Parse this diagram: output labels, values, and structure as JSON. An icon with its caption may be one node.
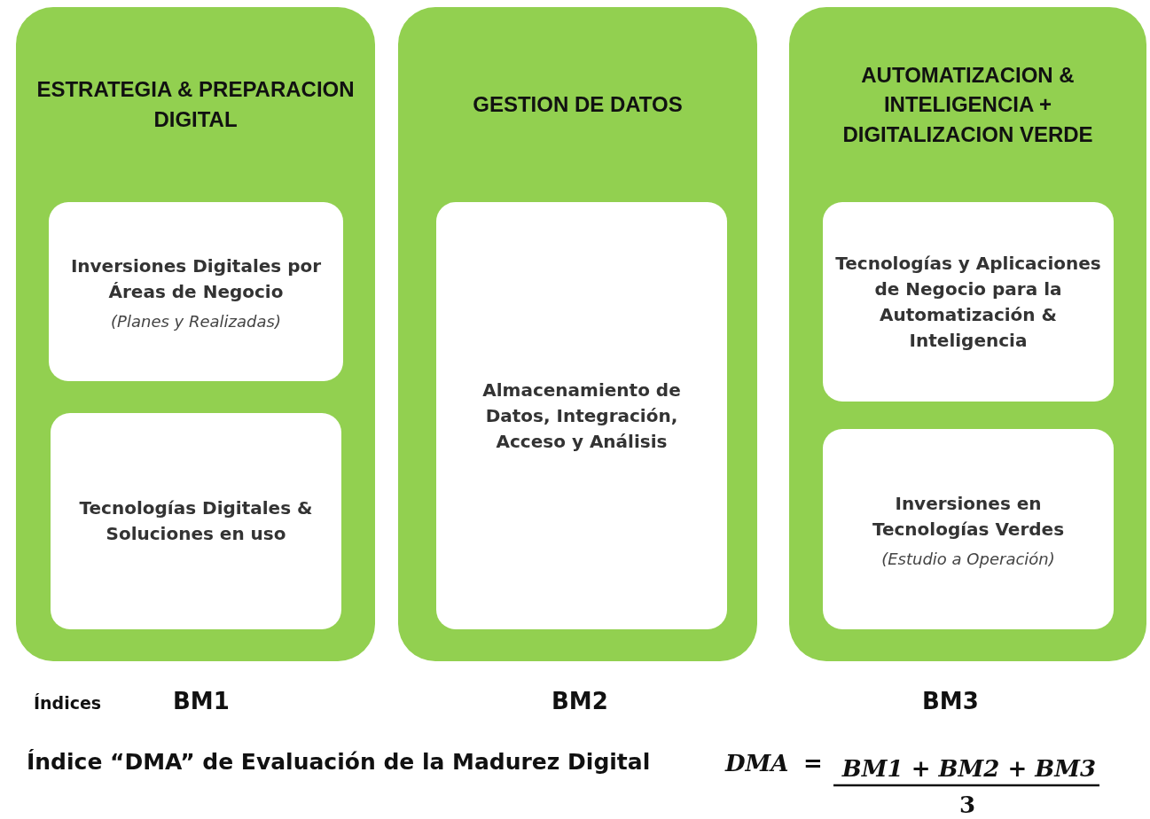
{
  "diagram": {
    "nodes": [
      {
        "text": [
          "ESTRATEGIA & PREPARACION DIGITAL"
        ]
      },
      {
        "text": [
          "Inversiones Digitales por Áreas de Negocio",
          "(Planes y Realizadas)"
        ],
        "in": 0
      },
      {
        "text": [
          "Tecnologías Digitales & Soluciones en uso"
        ],
        "in": 0
      },
      {
        "text": [
          "GESTION DE DATOS"
        ]
      },
      {
        "text": [
          "Almacenamiento de Datos, Integración, Acceso y Análisis"
        ],
        "in": 3
      },
      {
        "text": [
          "AUTOMATIZACION & INTELIGENCIA + DIGITALIZACION VERDE"
        ]
      },
      {
        "text": [
          "Tecnologías y Aplicaciones de Negocio para la Automatización & Inteligencia"
        ],
        "in": 5
      },
      {
        "text": [
          "Inversiones en Tecnologías Verdes",
          "(Estudio a Operación)"
        ],
        "in": 5
      }
    ],
    "edges": [],
    "labels": [
      "Índices",
      "BM1",
      "BM2",
      "BM3",
      "Índice “DMA” de Evaluación de la Madurez Digital",
      "DMA",
      "=",
      "BM1 + BM2 + BM3",
      "3"
    ]
  }
}
